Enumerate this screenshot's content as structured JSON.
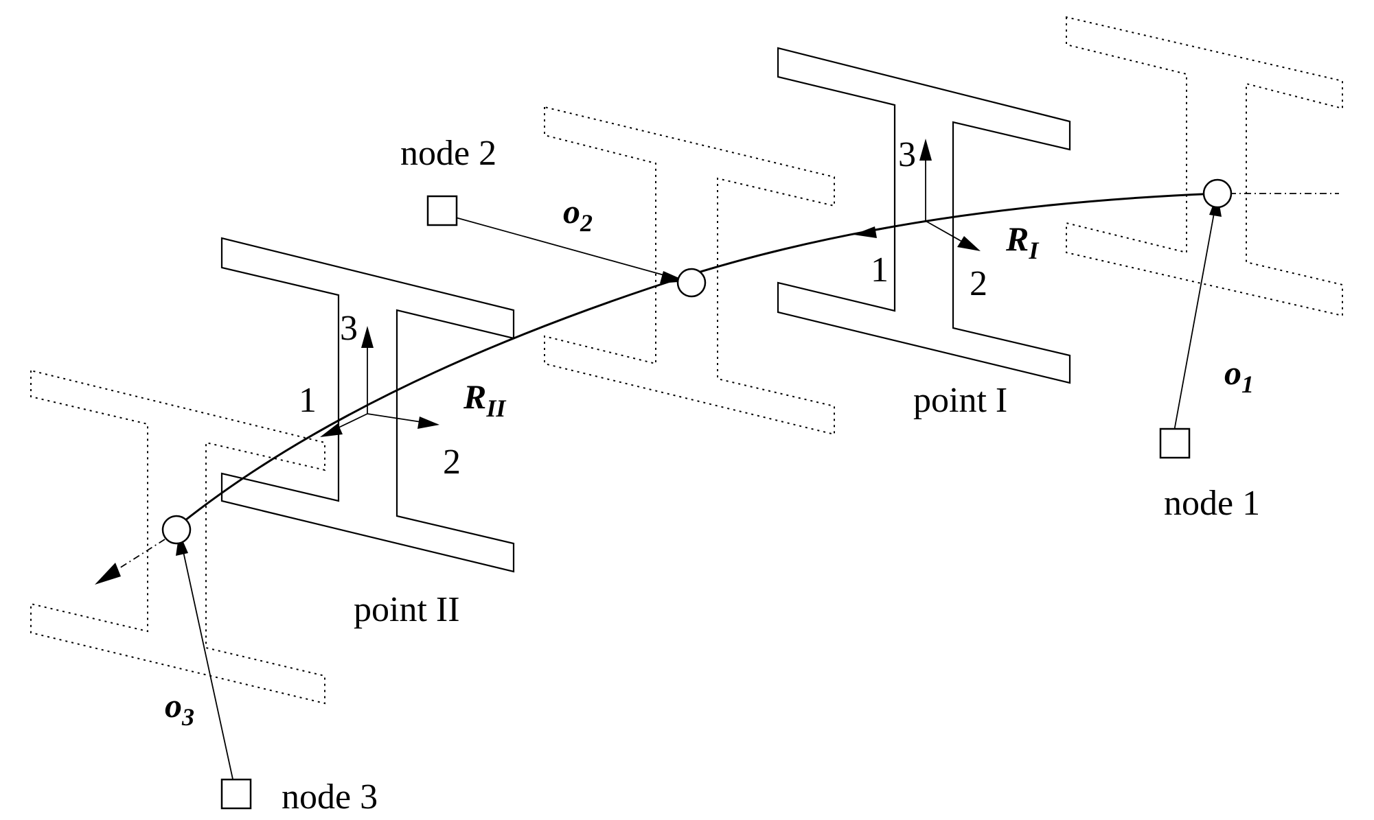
{
  "nodes": {
    "node1": "node 1",
    "node2": "node 2",
    "node3": "node 3"
  },
  "points": {
    "point1": "point I",
    "point2": "point II"
  },
  "offsets": {
    "o1": {
      "base": "o",
      "sub": "1"
    },
    "o2": {
      "base": "o",
      "sub": "2"
    },
    "o3": {
      "base": "o",
      "sub": "3"
    }
  },
  "frames": {
    "R_I": {
      "base": "R",
      "sub": "I"
    },
    "R_II": {
      "base": "R",
      "sub": "II"
    }
  },
  "axes": {
    "axis1": "1",
    "axis2": "2",
    "axis3": "3"
  },
  "colors": {
    "ink": "#000000",
    "background": "#ffffff"
  }
}
